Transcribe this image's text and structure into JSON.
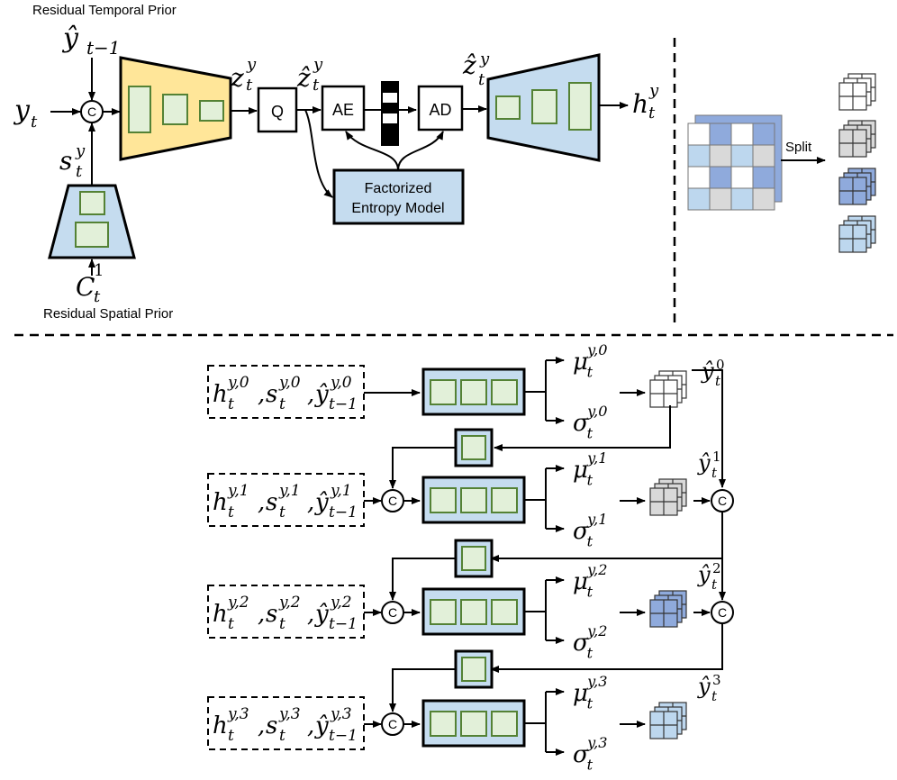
{
  "labels": {
    "residual_temporal_prior": "Residual Temporal Prior",
    "residual_spatial_prior": "Residual Spatial Prior",
    "split": "Split",
    "q": "Q",
    "ae": "AE",
    "ad": "AD",
    "concat": "C",
    "entropy_model_line1": "Factorized",
    "entropy_model_line2": "Entropy Model"
  },
  "symbols": {
    "y": "y",
    "t": "t",
    "hat_y": "ŷ",
    "t_minus_1": "t−1",
    "s": "s",
    "C": "C",
    "one": "1",
    "z": "z",
    "hat_z": "ẑ",
    "h": "h",
    "mu": "μ",
    "sigma": "σ",
    "comma": ","
  },
  "rows": [
    {
      "sup": "y,0",
      "hat_sup": "0"
    },
    {
      "sup": "y,1",
      "hat_sup": "1"
    },
    {
      "sup": "y,2",
      "hat_sup": "2"
    },
    {
      "sup": "y,3",
      "hat_sup": "3"
    }
  ],
  "colors": {
    "encoder_yellow": "#FFE699",
    "block_blue": "#C5DCEF",
    "inner_green_fill": "#E2F0D9",
    "inner_green_stroke": "#548235",
    "grid_white": "#FFFFFF",
    "grid_gray": "#D9D9D9",
    "grid_darkblue": "#8FAADC",
    "grid_lightblue": "#BDD7EE"
  }
}
